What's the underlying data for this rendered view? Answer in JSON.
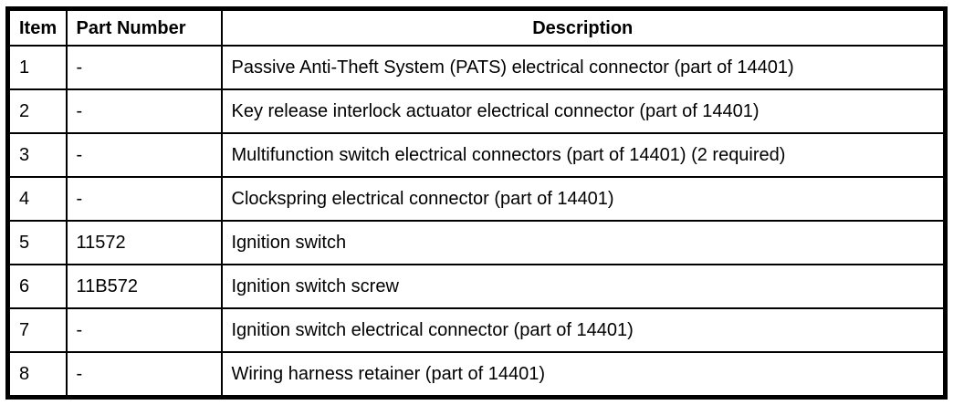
{
  "colors": {
    "border": "#000000",
    "background": "#ffffff",
    "text": "#000000"
  },
  "table": {
    "columns": [
      "Item",
      "Part Number",
      "Description"
    ],
    "rows": [
      {
        "item": "1",
        "part_number": "-",
        "description": "Passive Anti-Theft System (PATS) electrical connector (part of 14401)"
      },
      {
        "item": "2",
        "part_number": "-",
        "description": "Key release interlock actuator electrical connector (part of 14401)"
      },
      {
        "item": "3",
        "part_number": "-",
        "description": "Multifunction switch electrical connectors (part of 14401) (2 required)"
      },
      {
        "item": "4",
        "part_number": "-",
        "description": "Clockspring electrical connector (part of 14401)"
      },
      {
        "item": "5",
        "part_number": "11572",
        "description": "Ignition switch"
      },
      {
        "item": "6",
        "part_number": "11B572",
        "description": "Ignition switch screw"
      },
      {
        "item": "7",
        "part_number": "-",
        "description": "Ignition switch electrical connector (part of 14401)"
      },
      {
        "item": "8",
        "part_number": "-",
        "description": "Wiring harness retainer (part of 14401)"
      }
    ]
  }
}
